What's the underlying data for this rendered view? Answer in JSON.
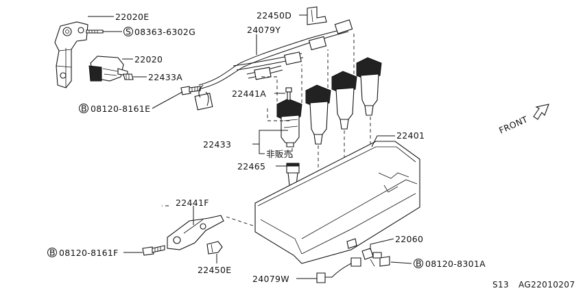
{
  "diagram": {
    "parts": {
      "p22020E": "22020E",
      "p08363": "08363-6302G",
      "p22020": "22020",
      "p22433A": "22433A",
      "p08120_8161E": "08120-8161E",
      "p22450D": "22450D",
      "p24079Y": "24079Y",
      "p22441A": "22441A",
      "p22433": "22433",
      "p_not_sold": "非販売",
      "p22465": "22465",
      "p22401": "22401",
      "p22441F": "22441F",
      "p08120_8161F": "08120-8161F",
      "p22450E": "22450E",
      "p22060": "22060",
      "p08120_8301A": "08120-8301A",
      "p24079W": "24079W"
    },
    "marks": {
      "bolt_b": "B",
      "screw_s": "S"
    },
    "front_label": "FRONT",
    "footer": {
      "section": "S13",
      "code": "AG22010207"
    }
  }
}
